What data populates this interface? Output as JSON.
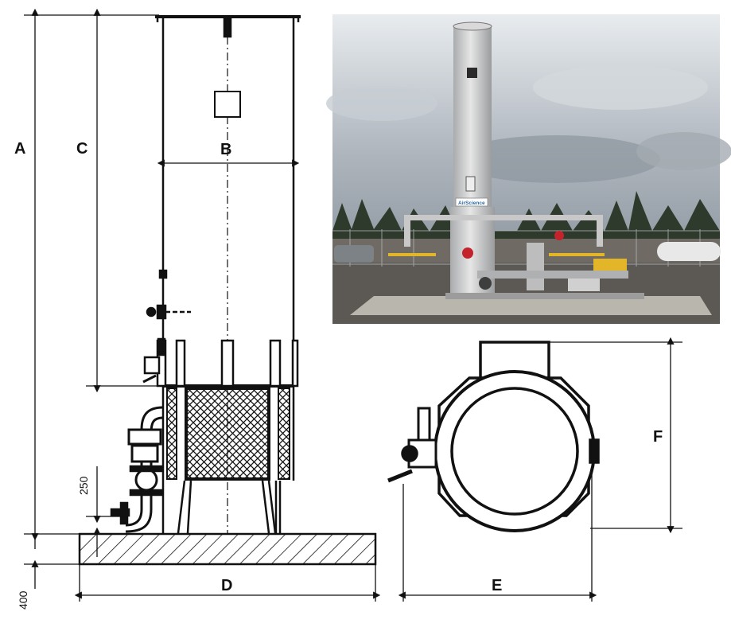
{
  "dimensions": {
    "a": "A",
    "b": "B",
    "c": "C",
    "d": "D",
    "e": "E",
    "f": "F",
    "pipe_height": "250",
    "base_height": "400"
  },
  "photo": {
    "nameplate": "AirScience",
    "description": "Installed carbon adsorber tower photo"
  },
  "colors": {
    "line": "#111111",
    "sky": "#9aa3ad",
    "steel": "#c9c9c9",
    "accent_red": "#c4232b",
    "accent_yellow": "#e3b62a"
  }
}
